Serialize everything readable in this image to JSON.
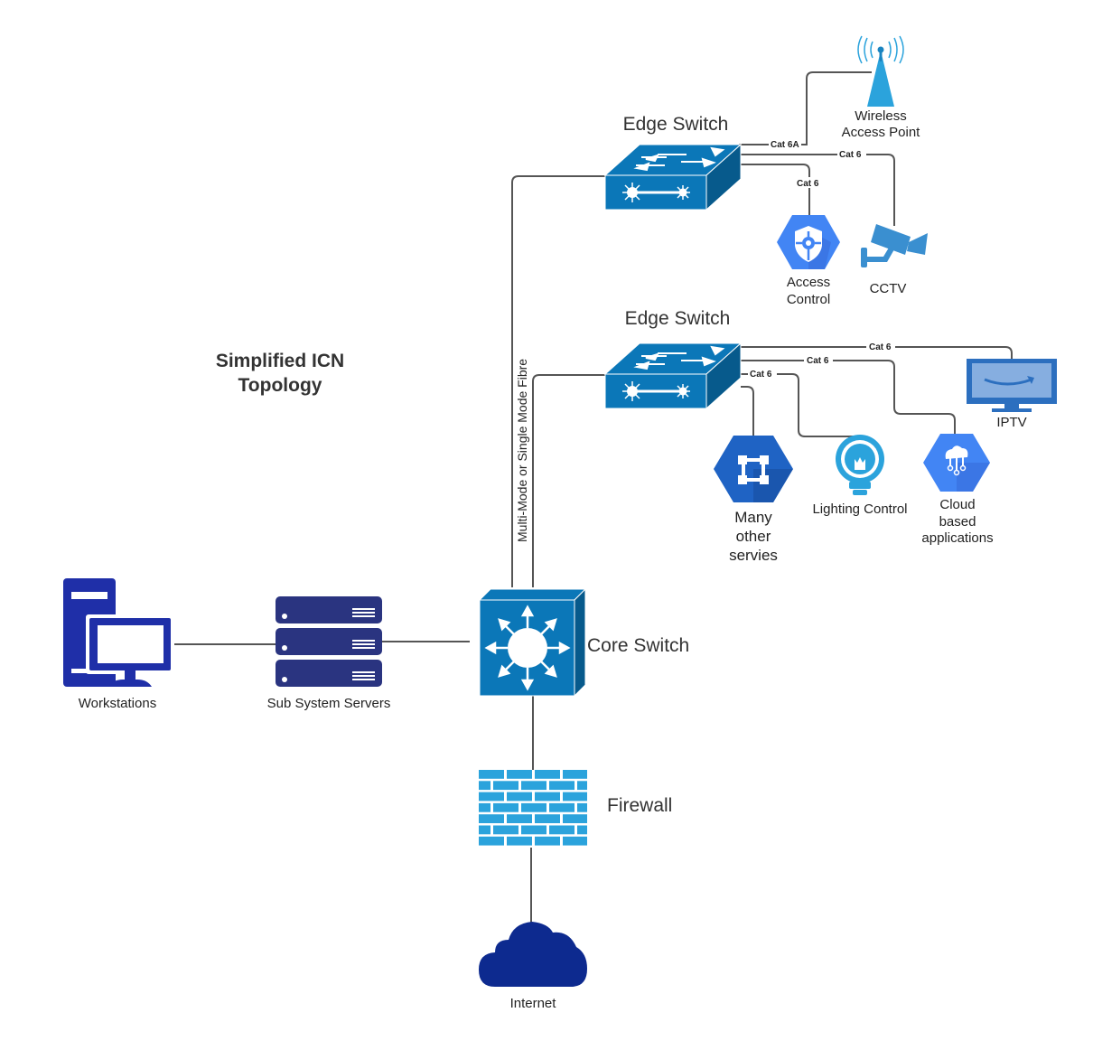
{
  "title": {
    "line1": "Simplified ICN",
    "line2": "Topology"
  },
  "colors": {
    "switch_blue": "#0b77b8",
    "switch_dark": "#075a8c",
    "light_blue": "#2ba3dc",
    "gcp_blue": "#4285f4",
    "navy": "#1a2a8a",
    "server_navy": "#2a3480",
    "wire": "#555555"
  },
  "nodes": {
    "edge_switch_1": {
      "label": "Edge Switch"
    },
    "edge_switch_2": {
      "label": "Edge Switch"
    },
    "wireless_ap": {
      "label_1": "Wireless",
      "label_2": "Access Point"
    },
    "access_control": {
      "label_1": "Access",
      "label_2": "Control"
    },
    "cctv": {
      "label": "CCTV"
    },
    "iptv": {
      "label": "IPTV"
    },
    "many_other": {
      "label_1": "Many",
      "label_2": "other",
      "label_3": "servies"
    },
    "lighting_control": {
      "label": "Lighting Control"
    },
    "cloud_apps": {
      "label_1": "Cloud",
      "label_2": "based",
      "label_3": "applications"
    },
    "core_switch": {
      "label": "Core Switch"
    },
    "workstations": {
      "label": "Workstations"
    },
    "servers": {
      "label": "Sub System Servers"
    },
    "firewall": {
      "label": "Firewall"
    },
    "internet": {
      "label": "Internet"
    }
  },
  "links": {
    "fibre_label": "Multi-Mode or Single Mode Fibre",
    "wap": "Cat 6A",
    "cctv": "Cat 6",
    "access_control": "Cat 6",
    "iptv": "Cat 6",
    "cloud": "Cat 6",
    "lighting": "Cat 6"
  }
}
